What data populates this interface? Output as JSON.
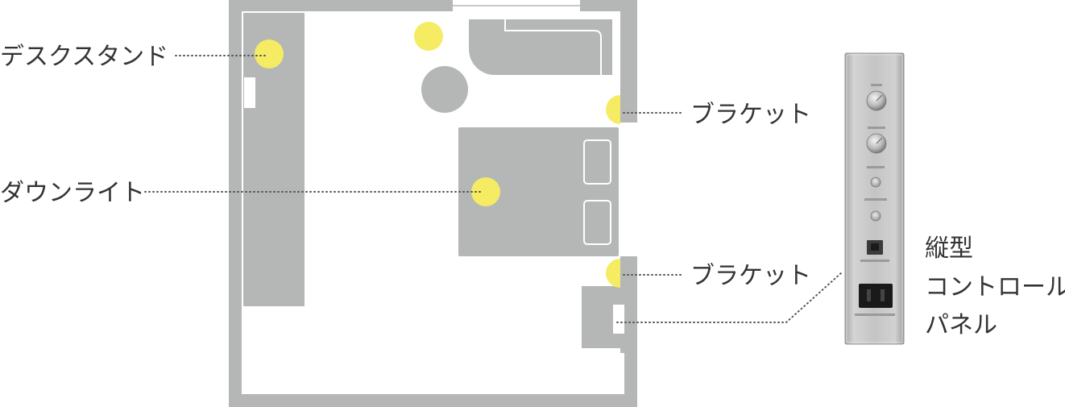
{
  "colors": {
    "wall": "#b5b6b6",
    "furniture": "#b5b6b6",
    "light": "#f5ec63",
    "panel_metal": "#c9c9c9",
    "leader": "#555555",
    "text": "#333333"
  },
  "labels": {
    "desk_stand": "デスクスタンド",
    "downlight": "ダウンライト",
    "bracket_upper": "ブラケット",
    "bracket_lower": "ブラケット",
    "control_panel_line1": "縦型",
    "control_panel_line2": "コントロール",
    "control_panel_line3": "パネル"
  },
  "icons": {
    "knob": "knob-icon",
    "button": "push-button-icon",
    "usb_port": "usb-port-icon",
    "outlet": "power-outlet-icon"
  }
}
